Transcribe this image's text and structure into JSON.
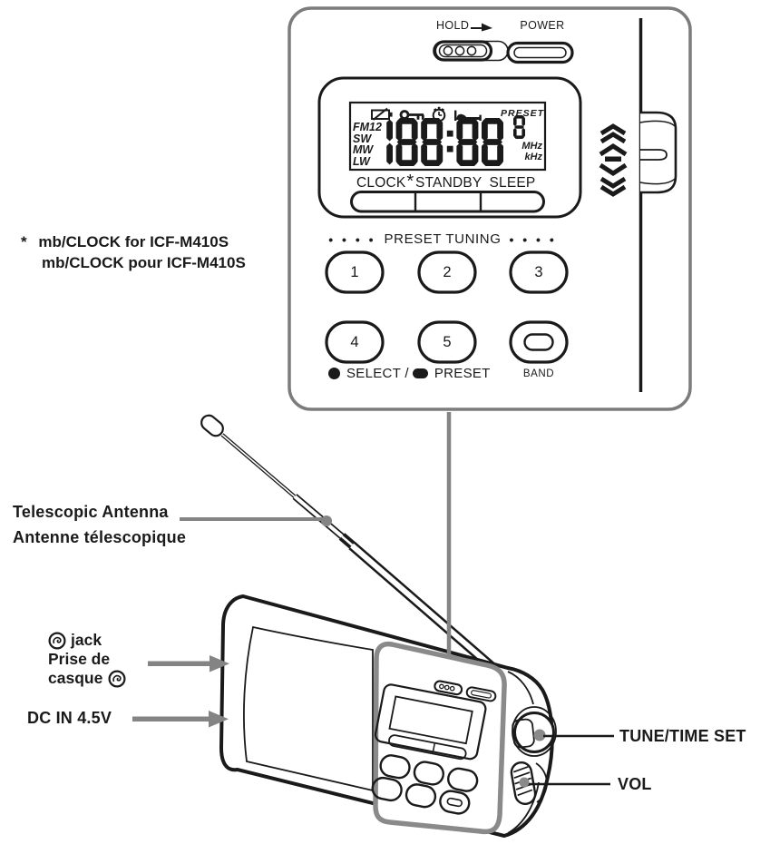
{
  "footnote": {
    "line1_star": "*",
    "line1": "mb/CLOCK for ICF-M410S",
    "line2": "mb/CLOCK pour ICF-M410S"
  },
  "top_panel": {
    "hold_label": "HOLD",
    "power_label": "POWER",
    "lcd": {
      "bands": [
        "FM12",
        "SW",
        "MW",
        "LW"
      ],
      "digits": "188:88",
      "preset_digit": "8",
      "preset_label": "PRESET",
      "unit_mhz": "MHz",
      "unit_khz": "kHz",
      "icons": [
        "battery-icon",
        "key-lock-icon",
        "standby-timer-icon",
        "sleep-bed-icon"
      ]
    },
    "function_buttons": {
      "clock": "CLOCK",
      "asterisk": "*",
      "standby": "STANDBY",
      "sleep": "SLEEP"
    },
    "preset_tuning": {
      "dots_left": "• • • •",
      "label": "PRESET TUNING",
      "dots_right": "• • • •",
      "buttons": [
        "1",
        "2",
        "3",
        "4",
        "5"
      ],
      "band_label": "BAND",
      "select_label": "SELECT /",
      "preset_label": "PRESET"
    }
  },
  "annotations": {
    "antenna_en": "Telescopic Antenna",
    "antenna_fr": "Antenne télescopique",
    "jack_line1": "jack",
    "jack_line2": "Prise de",
    "jack_line3": "casque",
    "dc_label": "DC IN 4.5V",
    "tune_label": "TUNE/TIME SET",
    "vol_label": "VOL"
  },
  "colors": {
    "ink": "#1a1a1a",
    "gray": "#848484"
  }
}
